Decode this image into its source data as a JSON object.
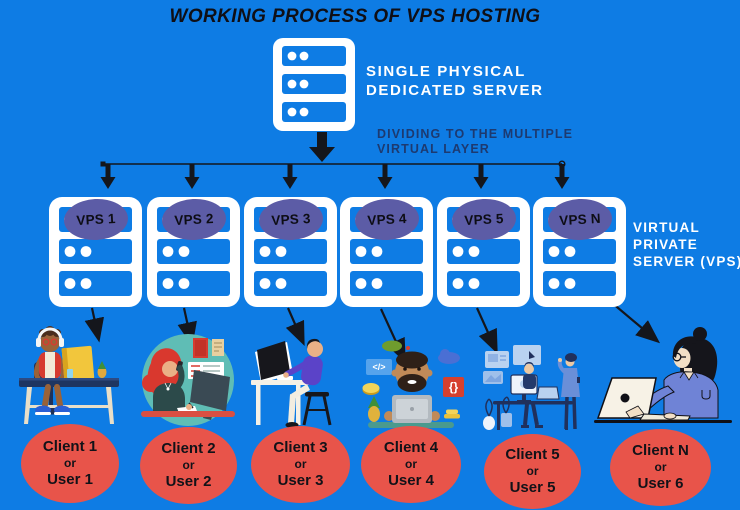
{
  "title": "WORKING PROCESS OF VPS HOSTING",
  "single_server": {
    "label_line1": "SINGLE PHYSICAL",
    "label_line2": "DEDICATED SERVER"
  },
  "dividing_label": {
    "line1": "DIVIDING TO THE MULTIPLE",
    "line2": "VIRTUAL LAYER"
  },
  "vps_group_label": {
    "line1": "VIRTUAL",
    "line2": "PRIVATE",
    "line3": "SERVER (VPS)"
  },
  "vps_servers": [
    {
      "label": "VPS 1"
    },
    {
      "label": "VPS 2"
    },
    {
      "label": "VPS 3"
    },
    {
      "label": "VPS 4"
    },
    {
      "label": "VPS 5"
    },
    {
      "label": "VPS N"
    }
  ],
  "clients": [
    {
      "client": "Client 1",
      "or": "or",
      "user": "User 1",
      "illustration": "boy-headphones-desktop"
    },
    {
      "client": "Client 2",
      "or": "or",
      "user": "User 2",
      "illustration": "woman-phone-desk"
    },
    {
      "client": "Client 3",
      "or": "or",
      "user": "User 3",
      "illustration": "man-desk-monitor"
    },
    {
      "client": "Client 4",
      "or": "or",
      "user": "User 4",
      "illustration": "bearded-developer-laptop"
    },
    {
      "client": "Client 5",
      "or": "or",
      "user": "User 5",
      "illustration": "team-workstations"
    },
    {
      "client": "Client N",
      "or": "or",
      "user": "User 6",
      "illustration": "woman-laptop"
    }
  ],
  "illustration_glyphs": {
    "code_tag": "</>",
    "code_braces": "{}"
  },
  "colors": {
    "background": "#0e7ce4",
    "server_icon": "#ffffff",
    "vps_badge": "#5c5ca6",
    "client_badge": "#e8544a",
    "dividing_text": "#1d3a70",
    "title_text": "#0f0f16",
    "arrow": "#14161c"
  }
}
